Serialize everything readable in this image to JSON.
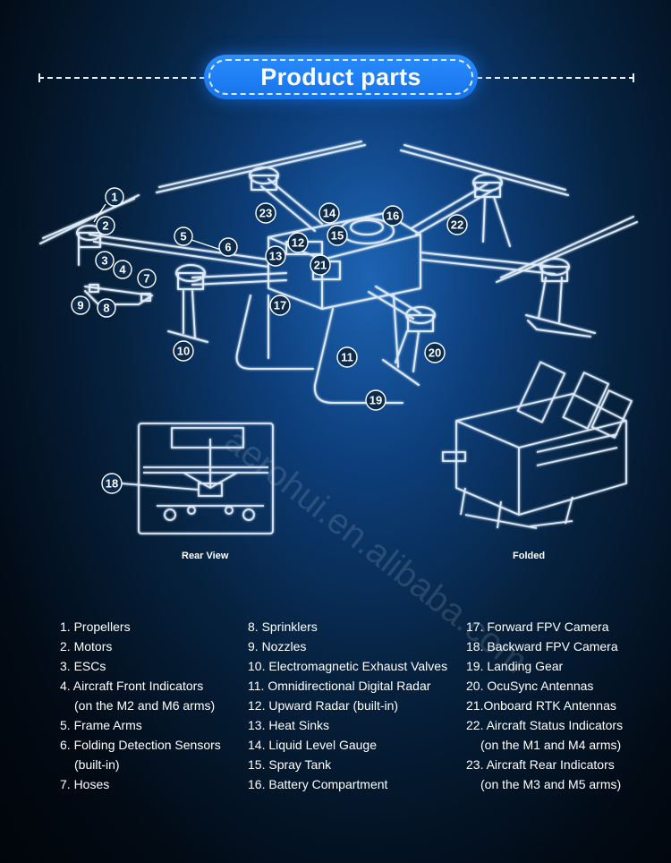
{
  "header": {
    "title": "Product parts"
  },
  "callouts": [
    {
      "n": "1"
    },
    {
      "n": "2"
    },
    {
      "n": "3"
    },
    {
      "n": "4"
    },
    {
      "n": "5"
    },
    {
      "n": "6"
    },
    {
      "n": "7"
    },
    {
      "n": "8"
    },
    {
      "n": "9"
    },
    {
      "n": "10"
    },
    {
      "n": "11"
    },
    {
      "n": "12"
    },
    {
      "n": "13"
    },
    {
      "n": "14"
    },
    {
      "n": "15"
    },
    {
      "n": "16"
    },
    {
      "n": "17"
    },
    {
      "n": "18"
    },
    {
      "n": "19"
    },
    {
      "n": "20"
    },
    {
      "n": "21"
    },
    {
      "n": "22"
    },
    {
      "n": "23"
    }
  ],
  "views": {
    "rear_caption": "Rear View",
    "folded_caption": "Folded"
  },
  "watermark": "aerohui.en.alibaba.com",
  "parts_list": {
    "col1": [
      {
        "text": "1. Propellers"
      },
      {
        "text": "2. Motors"
      },
      {
        "text": "3. ESCs"
      },
      {
        "text": "4. Aircraft Front Indicators"
      },
      {
        "text": "(on the M2 and M6 arms)",
        "sub": true
      },
      {
        "text": "5. Frame Arms"
      },
      {
        "text": "6. Folding Detection Sensors"
      },
      {
        "text": "(built-in)",
        "sub": true
      },
      {
        "text": "7. Hoses"
      }
    ],
    "col2": [
      {
        "text": "8. Sprinklers"
      },
      {
        "text": "9. Nozzles"
      },
      {
        "text": "10. Electromagnetic Exhaust Valves"
      },
      {
        "text": "11. Omnidirectional Digital Radar"
      },
      {
        "text": "12. Upward Radar (built-in)"
      },
      {
        "text": "13. Heat Sinks"
      },
      {
        "text": "14. Liquid Level Gauge"
      },
      {
        "text": "15. Spray Tank"
      },
      {
        "text": "16. Battery Compartment"
      }
    ],
    "col3": [
      {
        "text": "17. Forward FPV Camera"
      },
      {
        "text": "18. Backward FPV Camera"
      },
      {
        "text": "19. Landing Gear"
      },
      {
        "text": "20. OcuSync Antennas"
      },
      {
        "text": "21.Onboard RTK Antennas"
      },
      {
        "text": "22. Aircraft Status Indicators"
      },
      {
        "text": "(on the M1 and M4 arms)",
        "sub": true
      },
      {
        "text": "23. Aircraft Rear Indicators"
      },
      {
        "text": "(on the M3 and M5 arms)",
        "sub": true
      }
    ]
  }
}
